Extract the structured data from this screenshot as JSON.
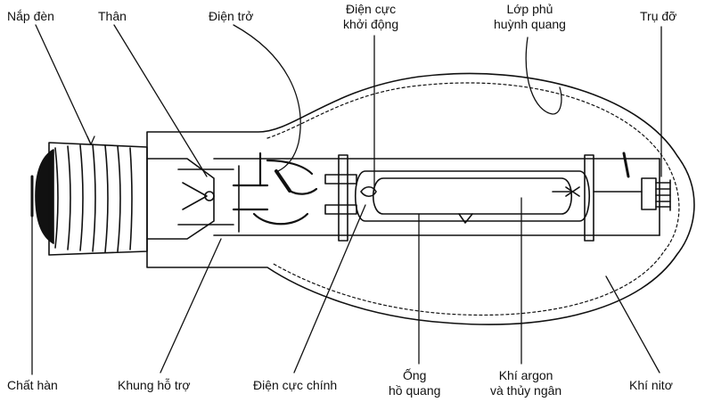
{
  "labels": {
    "cap": "Nắp đèn",
    "stem": "Thân",
    "resistor": "Điện trở",
    "start_electrode_line1": "Điện cực",
    "start_electrode_line2": "khởi động",
    "phosphor_line1": "Lớp phủ",
    "phosphor_line2": "huỳnh quang",
    "support_post": "Trụ đỡ",
    "solder": "Chất hàn",
    "support_frame": "Khung hỗ trợ",
    "main_electrode": "Điện cực chính",
    "arc_tube_line1": "Ống",
    "arc_tube_line2": "hồ quang",
    "argon_mercury_line1": "Khí argon",
    "argon_mercury_line2": "và thủy ngân",
    "nitrogen": "Khí nitơ"
  },
  "colors": {
    "ink": "#111111",
    "background": "#ffffff"
  }
}
